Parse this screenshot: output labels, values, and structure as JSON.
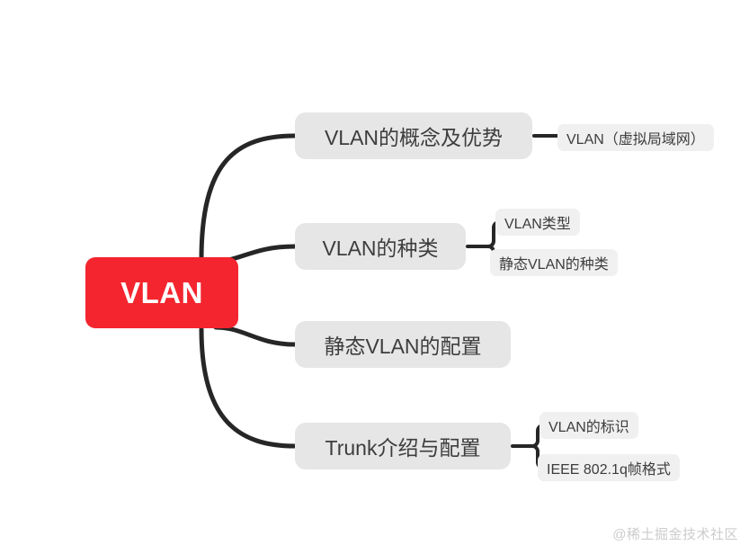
{
  "diagram": {
    "type": "mindmap",
    "title": "VLAN",
    "colors": {
      "root_fill": "#f4252e",
      "root_text": "#ffffff",
      "branch_fill": "#e6e6e6",
      "leaf_fill": "#f0f0f0",
      "node_text": "#3d3d3d",
      "edge": "#262626",
      "background": "#ffffff",
      "watermark": "#cccccc"
    },
    "root": {
      "label": "VLAN"
    },
    "branches": [
      {
        "id": "b1",
        "label": "VLAN的概念及优势",
        "children": [
          {
            "id": "l1",
            "label": "VLAN（虚拟局域网）"
          }
        ]
      },
      {
        "id": "b2",
        "label": "VLAN的种类",
        "children": [
          {
            "id": "l2",
            "label": "VLAN类型"
          },
          {
            "id": "l3",
            "label": "静态VLAN的种类"
          }
        ]
      },
      {
        "id": "b3",
        "label": "静态VLAN的配置",
        "children": []
      },
      {
        "id": "b4",
        "label": "Trunk介绍与配置",
        "children": [
          {
            "id": "l4",
            "label": "VLAN的标识"
          },
          {
            "id": "l5",
            "label": "IEEE 802.1q帧格式"
          }
        ]
      }
    ]
  },
  "watermark": {
    "text": "@稀土掘金技术社区"
  }
}
